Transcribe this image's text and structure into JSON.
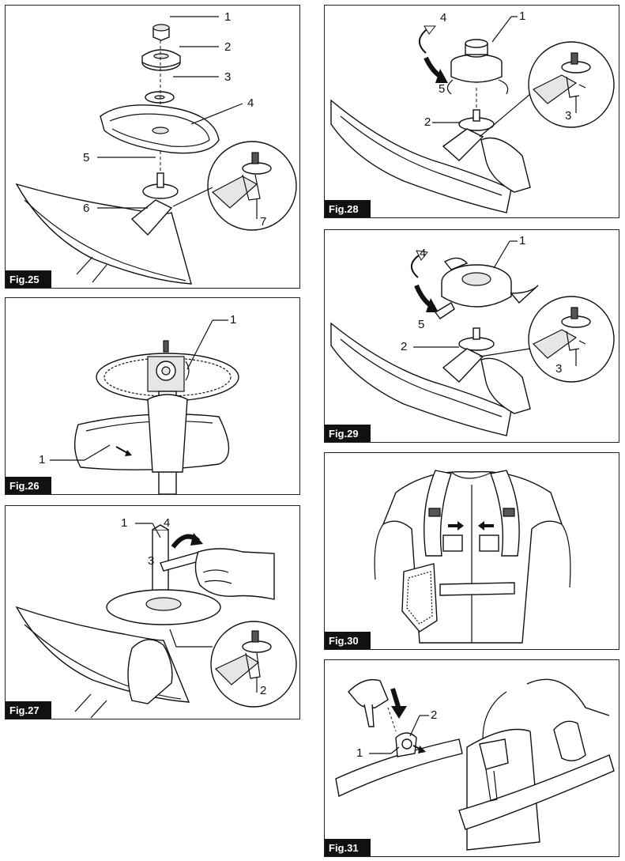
{
  "figures": [
    {
      "id": "fig25",
      "label": "Fig.25",
      "callouts": [
        "1",
        "2",
        "3",
        "4",
        "5",
        "6",
        "7"
      ]
    },
    {
      "id": "fig26",
      "label": "Fig.26",
      "callouts": [
        "1",
        "1"
      ]
    },
    {
      "id": "fig27",
      "label": "Fig.27",
      "callouts": [
        "1",
        "4",
        "3",
        "2"
      ]
    },
    {
      "id": "fig28",
      "label": "Fig.28",
      "callouts": [
        "4",
        "1",
        "5",
        "2",
        "3"
      ]
    },
    {
      "id": "fig29",
      "label": "Fig.29",
      "callouts": [
        "4",
        "1",
        "5",
        "2",
        "3"
      ]
    },
    {
      "id": "fig30",
      "label": "Fig.30",
      "callouts": []
    },
    {
      "id": "fig31",
      "label": "Fig.31",
      "callouts": [
        "2",
        "1"
      ]
    }
  ]
}
